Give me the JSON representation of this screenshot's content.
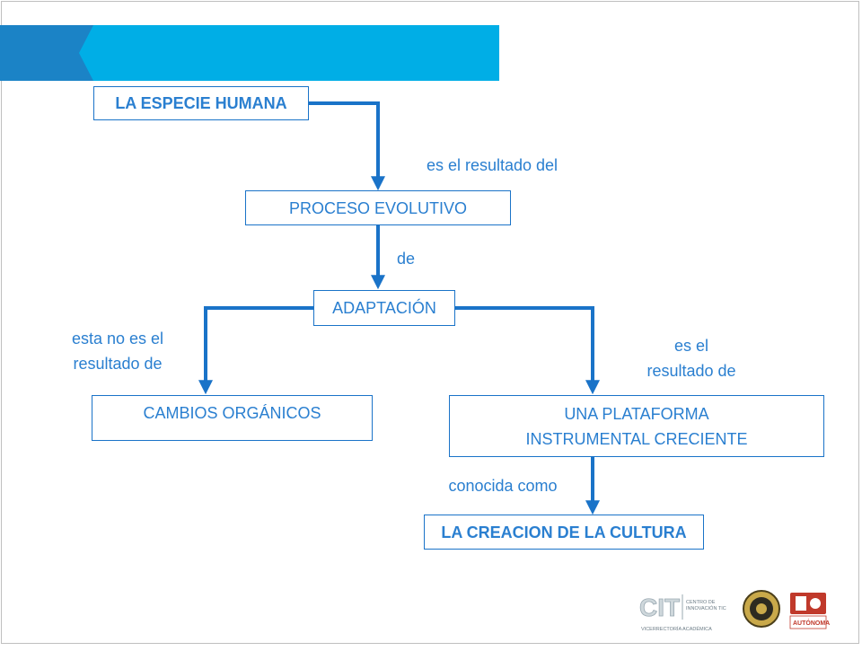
{
  "colors": {
    "accent": "#1a73c8",
    "text": "#2a7fd0",
    "banner": "#00aee6",
    "banner_dark": "#1b83c6"
  },
  "nodes": {
    "especie_humana": "LA ESPECIE HUMANA",
    "proceso_evolutivo": "PROCESO EVOLUTIVO",
    "adaptacion": "ADAPTACIÓN",
    "cambios_organicos": "CAMBIOS ORGÁNICOS",
    "plataforma": "UNA PLATAFORMA INSTRUMENTAL CRECIENTE",
    "creacion_cultura": "LA CREACION DE LA CULTURA"
  },
  "edges": {
    "es_resultado_del": "es el resultado del",
    "de": "de",
    "no_es_resultado_line1": "esta no es el",
    "no_es_resultado_line2": "resultado de",
    "es_resultado_de_line1": "es el",
    "es_resultado_de_line2": "resultado de",
    "conocida_como": "conocida como"
  },
  "footer": {
    "logo_cit_text": "CIT",
    "centro_line1": "CENTRO DE",
    "centro_line2": "INNOVACIÓN TIC",
    "vicerrectoria": "VICERRECTORÍA ACADÉMICA",
    "uac_name": "AUTÓNOMA"
  }
}
